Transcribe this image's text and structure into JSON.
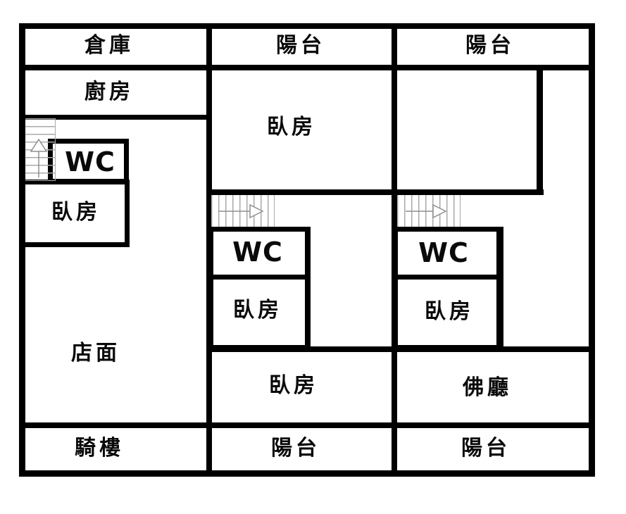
{
  "floorplan": {
    "kind": "residential floor plan",
    "colors": {
      "wall": "#000000",
      "stair_line": "#a9a9a9",
      "arrow": "#8f8f8f",
      "text": "#0a0a0a",
      "background": "#ffffff"
    },
    "labels": {
      "storage": "倉庫",
      "balcony_top_middle": "陽台",
      "balcony_top_right": "陽台",
      "kitchen": "廚房",
      "bedroom_middle_top": "臥房",
      "wc_left": "WC",
      "bedroom_left": "臥房",
      "wc_middle": "WC",
      "bedroom_middle": "臥房",
      "wc_right": "WC",
      "bedroom_right": "臥房",
      "storefront": "店面",
      "bedroom_bottom_middle": "臥房",
      "buddha_hall": "佛廳",
      "arcade": "騎樓",
      "balcony_bottom_middle": "陽台",
      "balcony_bottom_right": "陽台"
    },
    "icons": {
      "stairs_left_arrow": "stairs-up-arrow-icon",
      "stairs_middle_arrow": "stairs-right-arrow-icon",
      "stairs_right_arrow": "stairs-right-arrow-icon"
    }
  }
}
